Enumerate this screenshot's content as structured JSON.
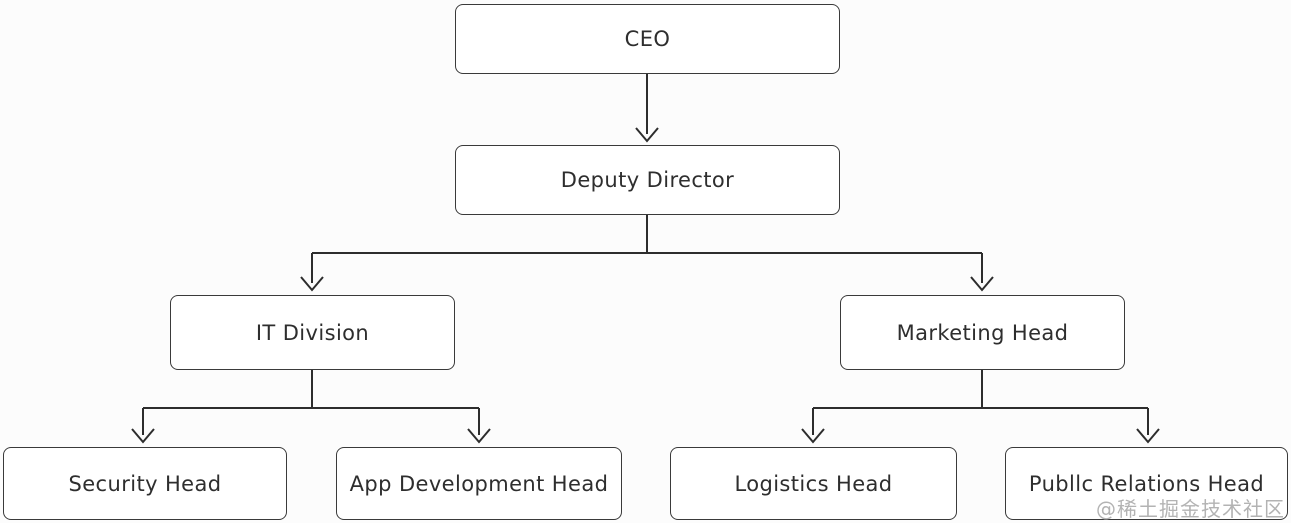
{
  "diagram": {
    "type": "org-chart",
    "nodes": [
      {
        "id": "ceo",
        "label": "CEO",
        "parent": null
      },
      {
        "id": "deputy-director",
        "label": "Deputy Director",
        "parent": "ceo"
      },
      {
        "id": "it-division",
        "label": "IT Division",
        "parent": "deputy-director"
      },
      {
        "id": "marketing-head",
        "label": "Marketing Head",
        "parent": "deputy-director"
      },
      {
        "id": "security-head",
        "label": "Security Head",
        "parent": "it-division"
      },
      {
        "id": "app-development-head",
        "label": "App Development Head",
        "parent": "it-division"
      },
      {
        "id": "logistics-head",
        "label": "Logistics Head",
        "parent": "marketing-head"
      },
      {
        "id": "public-relations-head",
        "label": "Publlc Relations Head",
        "parent": "marketing-head"
      }
    ],
    "edges": [
      [
        "ceo",
        "deputy-director"
      ],
      [
        "deputy-director",
        "it-division"
      ],
      [
        "deputy-director",
        "marketing-head"
      ],
      [
        "it-division",
        "security-head"
      ],
      [
        "it-division",
        "app-development-head"
      ],
      [
        "marketing-head",
        "logistics-head"
      ],
      [
        "marketing-head",
        "public-relations-head"
      ]
    ],
    "colors": {
      "background": "#fcfcfc",
      "node_fill": "#ffffff",
      "node_border": "#3a3a3a",
      "line": "#2d2d2d",
      "text": "#2e2e2e",
      "watermark": "#b3b3b3"
    },
    "watermark": "@稀土掘金技术社区"
  }
}
